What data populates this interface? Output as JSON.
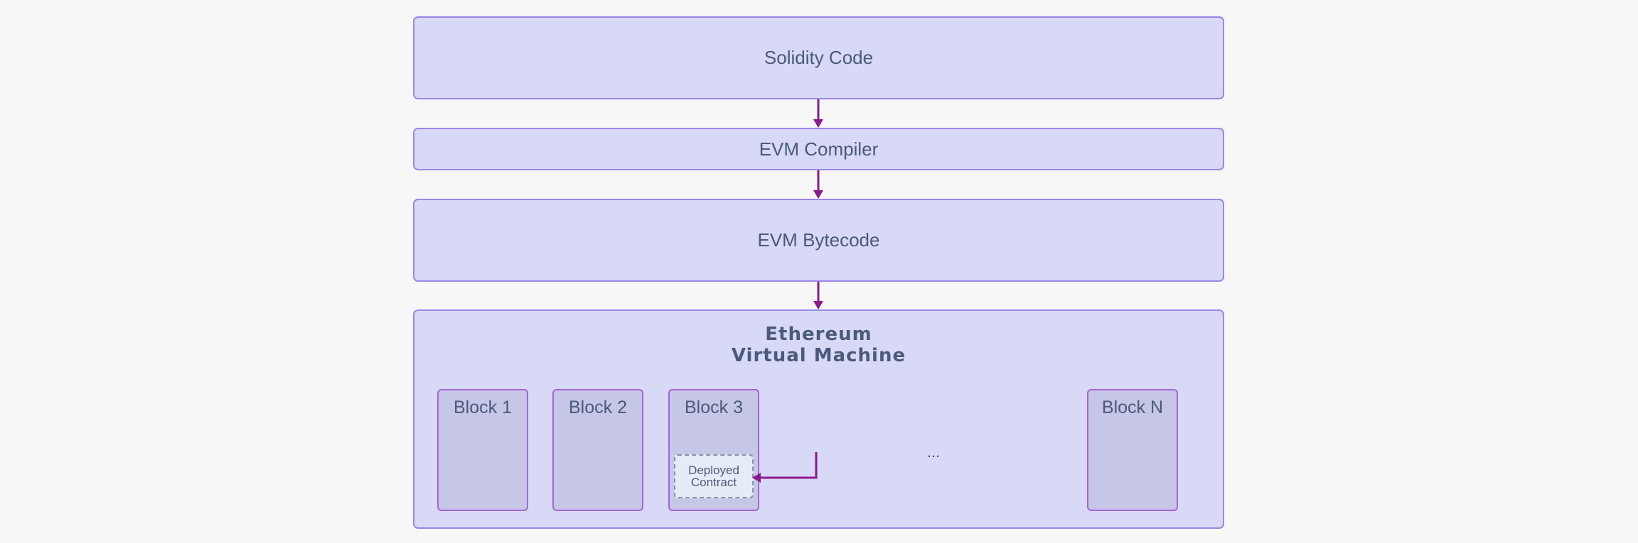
{
  "stages": {
    "solidity": "Solidity Code",
    "compiler": "EVM Compiler",
    "bytecode": "EVM Bytecode"
  },
  "vm": {
    "title_line1": "Ethereum",
    "title_line2": "Virtual Machine",
    "blocks": [
      "Block 1",
      "Block 2",
      "Block 3",
      "Block N"
    ],
    "ellipsis": "...",
    "deployed_line1": "Deployed",
    "deployed_line2": "Contract"
  },
  "colors": {
    "box_fill": "#d8d8f7",
    "box_border": "#9b87e6",
    "block_fill": "#c6c6e6",
    "block_border": "#a266d6",
    "arrow": "#8b1a8b",
    "text": "#4b5a7a"
  }
}
